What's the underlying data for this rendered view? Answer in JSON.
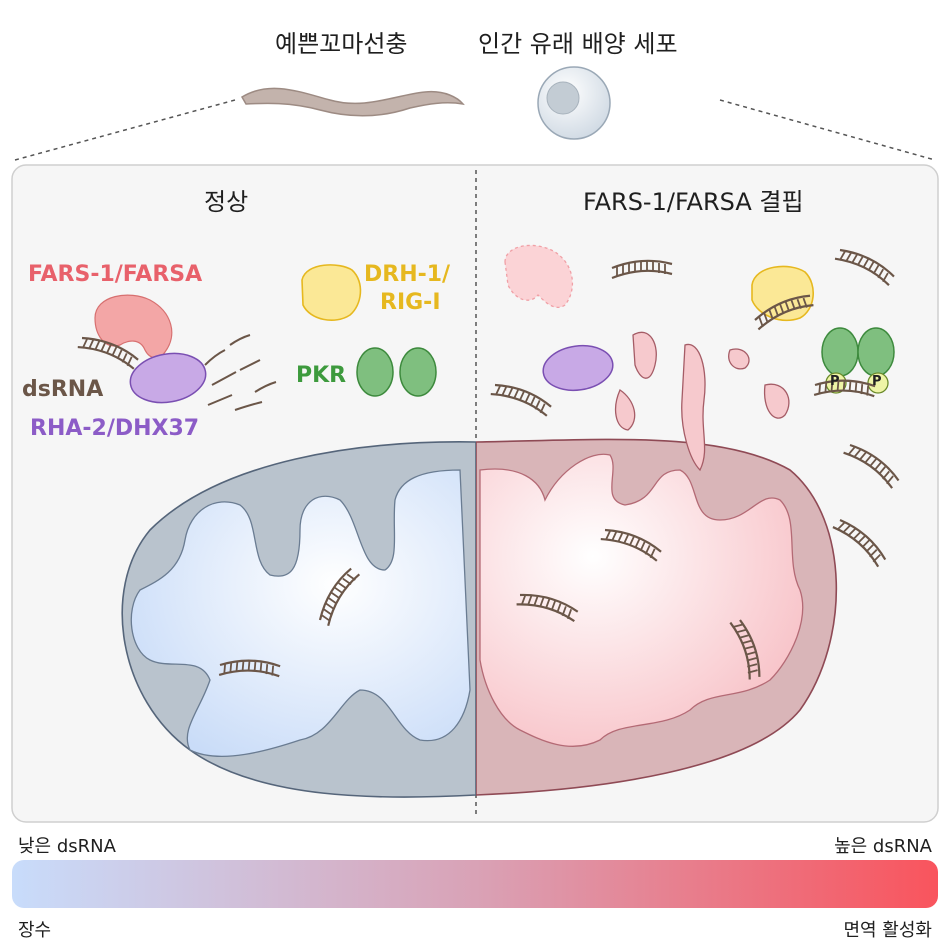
{
  "header": {
    "worm_label": "예쁜꼬마선충",
    "cell_label": "인간 유래 배양 세포"
  },
  "panels": {
    "normal_title": "정상",
    "deficient_title": "FARS-1/FARSA 결핍"
  },
  "molecules": {
    "fars": "FARS-1/FARSA",
    "dsrna": "dsRNA",
    "rha": "RHA-2/DHX37",
    "drh_line1": "DRH-1/",
    "drh_line2": "RIG-I",
    "pkr": "PKR",
    "phospho_1": "P",
    "phospho_2": "P"
  },
  "scale": {
    "low_label": "낮은 dsRNA",
    "high_label": "높은 dsRNA",
    "left_outcome": "장수",
    "right_outcome": "면역 활성화"
  },
  "colors": {
    "fars": "#e8616b",
    "dsrna": "#6b5648",
    "rha": "#8c5cc7",
    "drh": "#e6b81f",
    "pkr": "#3d9a3d",
    "gradient_start": "#c8dcfb",
    "gradient_end": "#f9545d"
  }
}
